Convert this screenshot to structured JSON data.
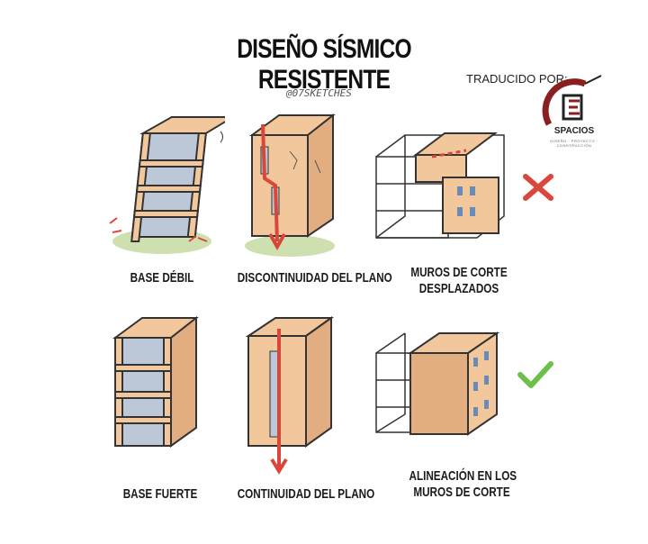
{
  "title": "DISEÑO SÍSMICO RESISTENTE",
  "handle": "@07SKETCHES",
  "translated_by": "TRADUCIDO POR:",
  "logo": {
    "name": "SPACIOS",
    "tagline": "DISEÑO · PROYECTO · CONSTRUCCIÓN"
  },
  "labels": {
    "weak_base": "BASE DÉBIL",
    "plane_discontinuity": "DISCONTINUIDAD DEL PLANO",
    "offset_walls_1": "MUROS DE CORTE",
    "offset_walls_2": "DESPLAZADOS",
    "strong_base": "BASE FUERTE",
    "plane_continuity": "CONTINUIDAD DEL PLANO",
    "aligned_walls_1": "ALINEACIÓN EN LOS",
    "aligned_walls_2": "MUROS DE CORTE"
  },
  "status": {
    "bad": "cross-icon",
    "good": "check-icon"
  },
  "colors": {
    "wall": "#f2c79b",
    "glass": "#bcc8d8",
    "arrow": "#d9473b",
    "ground": "#cfe0b0",
    "check": "#6cc04a"
  }
}
